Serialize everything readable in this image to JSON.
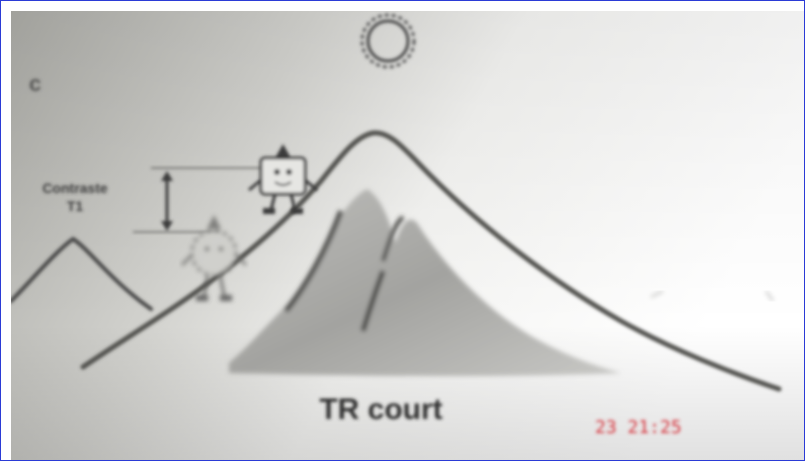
{
  "figure": {
    "panel_letter": "c",
    "contrast_label_line1": "Contraste",
    "contrast_label_line2": "T1",
    "caption": "TR court",
    "timestamp": "23 21:25"
  },
  "colors": {
    "timestamp": "#d6313a",
    "frame_border": "#2b3bd6",
    "ink": "#3a3a3a",
    "shade": "#8f8f8c"
  }
}
